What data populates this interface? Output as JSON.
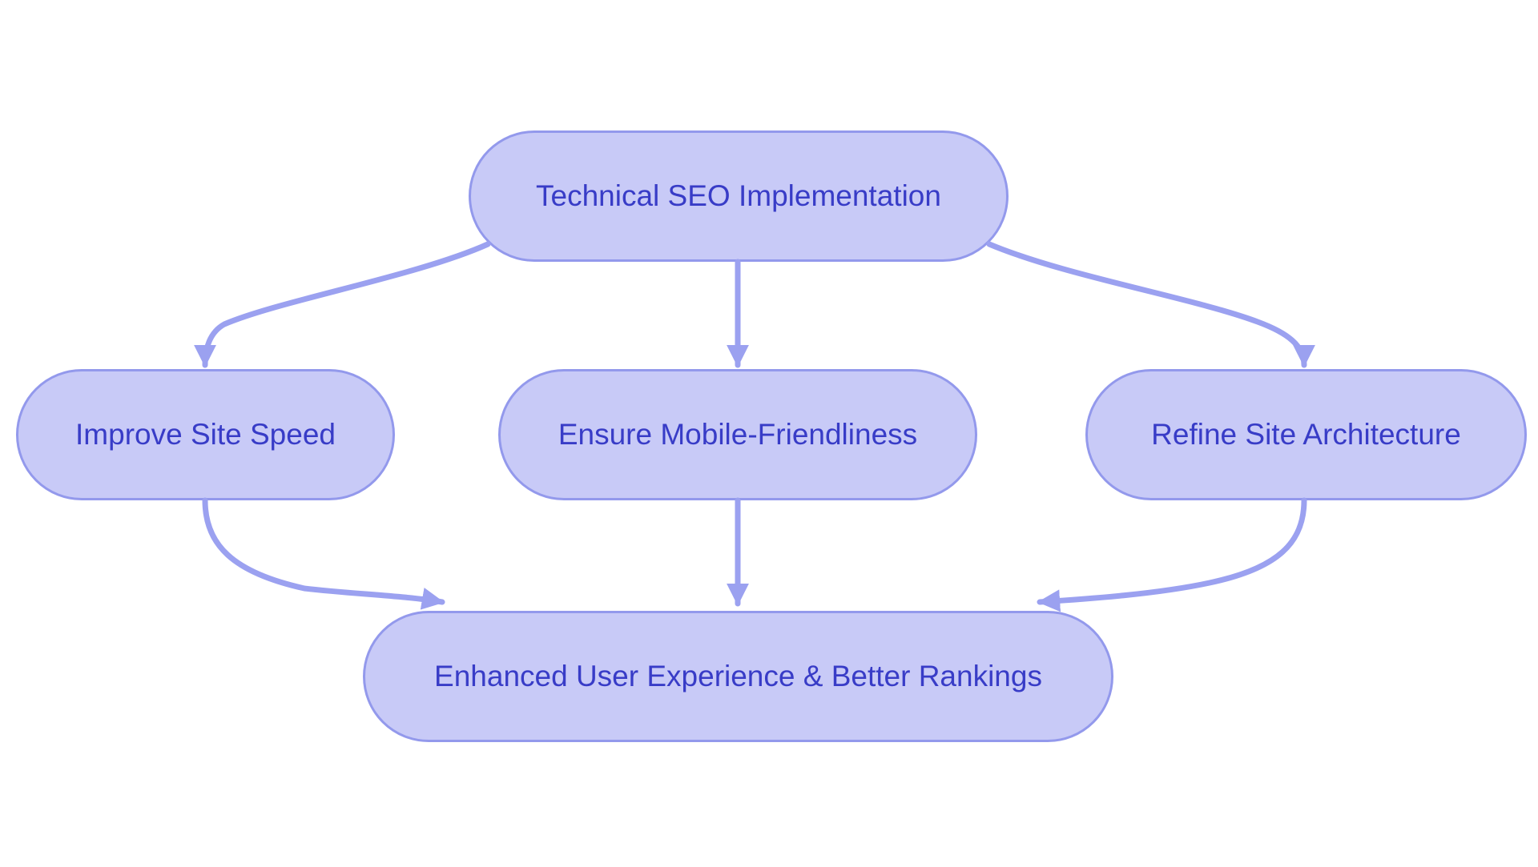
{
  "diagram": {
    "type": "flowchart",
    "direction": "top-down",
    "colors": {
      "node_fill": "#c8caf7",
      "node_border": "#9399ec",
      "edge": "#9ba1f0",
      "text": "#383cc7",
      "bg": "#ffffff"
    },
    "nodes": [
      {
        "id": "technical-seo",
        "label": "Technical SEO Implementation",
        "row": "top"
      },
      {
        "id": "site-speed",
        "label": "Improve Site Speed",
        "row": "middle"
      },
      {
        "id": "mobile-friendliness",
        "label": "Ensure Mobile-Friendliness",
        "row": "middle"
      },
      {
        "id": "site-architecture",
        "label": "Refine Site Architecture",
        "row": "middle"
      },
      {
        "id": "outcome",
        "label": "Enhanced User Experience & Better Rankings",
        "row": "bottom"
      }
    ],
    "edges": [
      {
        "from": "technical-seo",
        "to": "site-speed"
      },
      {
        "from": "technical-seo",
        "to": "mobile-friendliness"
      },
      {
        "from": "technical-seo",
        "to": "site-architecture"
      },
      {
        "from": "site-speed",
        "to": "outcome"
      },
      {
        "from": "mobile-friendliness",
        "to": "outcome"
      },
      {
        "from": "site-architecture",
        "to": "outcome"
      }
    ]
  }
}
